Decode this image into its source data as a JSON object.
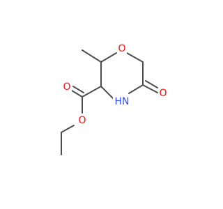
{
  "molecule": {
    "atoms": {
      "ring_oxygen": "O",
      "carbonyl_oxygen_ketone": "O",
      "amine": "HN",
      "ester_carbonyl_oxygen": "O",
      "ester_ether_oxygen": "O"
    },
    "colors": {
      "bond": "#4d4d4d",
      "oxygen": "#ff0d0d",
      "nitrogen": "#3050f8"
    }
  }
}
